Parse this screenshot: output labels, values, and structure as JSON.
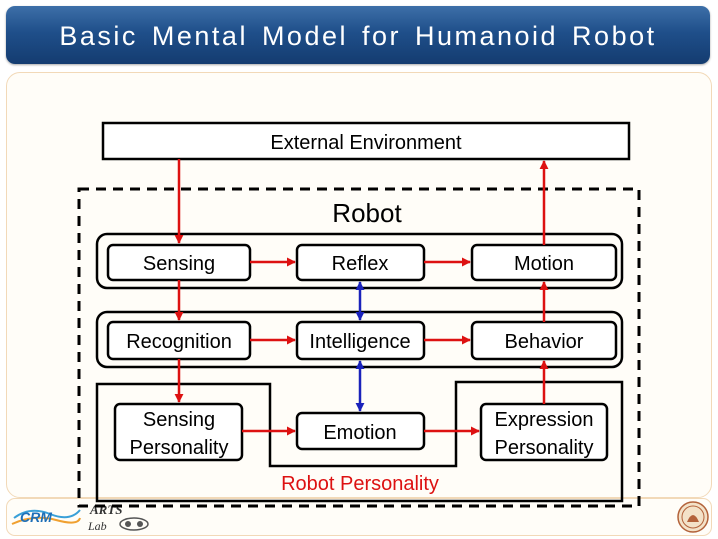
{
  "slide": {
    "title": "Basic Mental Model for Humanoid Robot"
  },
  "diagram": {
    "external_environment": "External Environment",
    "robot_label": "Robot",
    "personality_label": "Robot Personality",
    "nodes": {
      "sensing": "Sensing",
      "reflex": "Reflex",
      "motion": "Motion",
      "recognition": "Recognition",
      "intelligence": "Intelligence",
      "behavior": "Behavior",
      "sensing_personality": [
        "Sensing",
        "Personality"
      ],
      "emotion": "Emotion",
      "expression_personality": [
        "Expression",
        "Personality"
      ]
    },
    "colors": {
      "flow_arrow": "#dd1111",
      "bidirectional_arrow": "#1a22bb",
      "personality_text": "#dd1111"
    }
  },
  "footer": {
    "logos": [
      "CRM logo",
      "ARTS Lab logo",
      "university seal"
    ]
  }
}
